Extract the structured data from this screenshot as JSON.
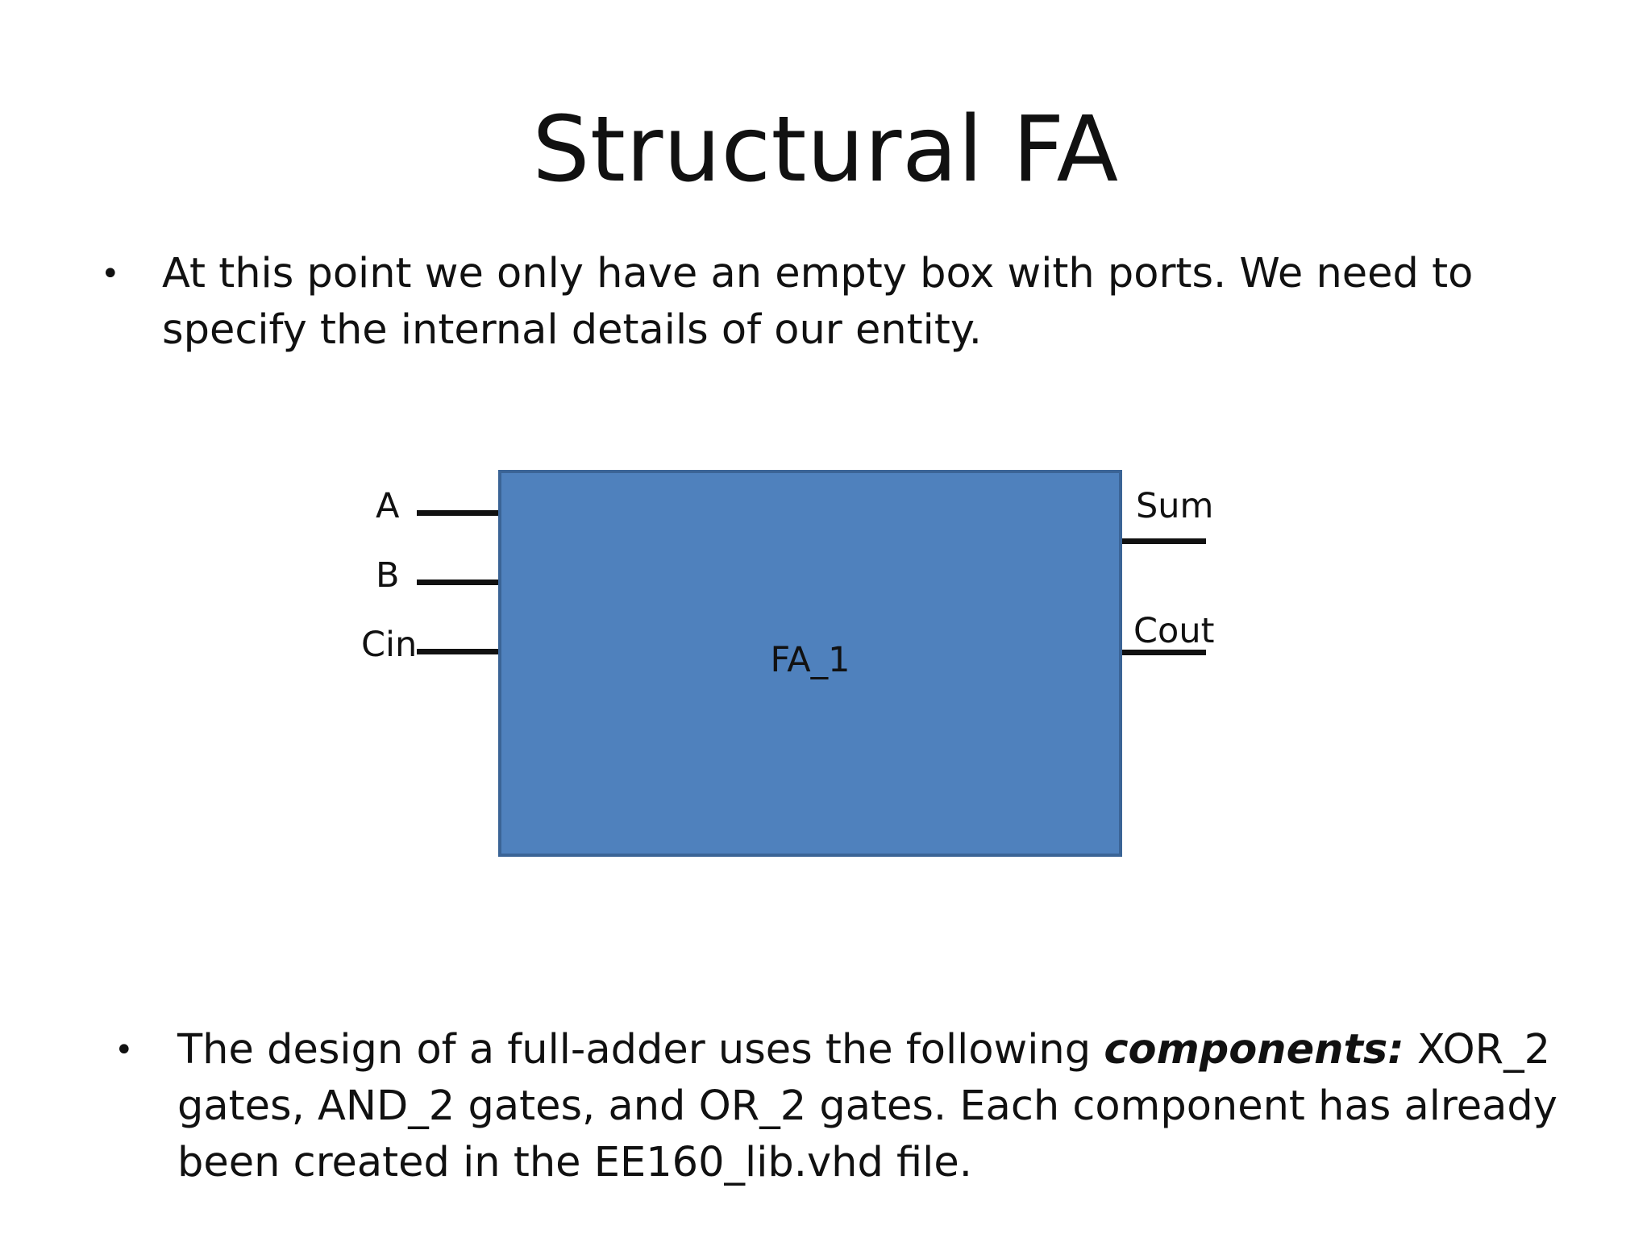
{
  "slide": {
    "title": "Structural FA"
  },
  "bullets": [
    {
      "marker": "•",
      "text": "At this point we only have an empty box with ports.  We need to specify the internal details of our entity."
    },
    {
      "marker": "•",
      "text_before": "The design of a full-adder uses the following ",
      "emphasis": "components:",
      "text_after": " XOR_2 gates, AND_2 gates, and OR_2 gates.  Each component has already been created in the EE160_lib.vhd file."
    }
  ],
  "diagram": {
    "entity_label": "FA_1",
    "box_color": "#4f81bd",
    "inputs": [
      "A",
      "B",
      "Cin"
    ],
    "outputs": [
      "Sum",
      "Cout"
    ]
  }
}
